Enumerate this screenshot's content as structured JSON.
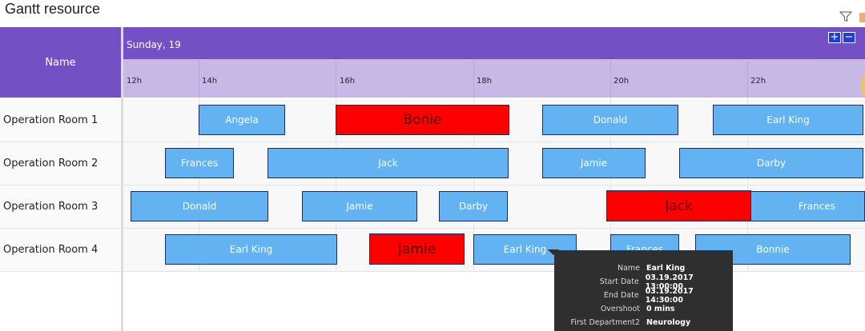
{
  "title": "Gantt resource",
  "header": {
    "name_column": "Name",
    "day_label": "Sunday, 19",
    "hours": [
      "12h",
      "14h",
      "16h",
      "18h",
      "20h",
      "22h"
    ],
    "zoom_in": "+",
    "zoom_out": "−"
  },
  "rows": [
    {
      "name": "Operation Room 1"
    },
    {
      "name": "Operation Room 2"
    },
    {
      "name": "Operation Room 3"
    },
    {
      "name": "Operation Room 4"
    }
  ],
  "events": [
    [
      {
        "label": "Angela"
      },
      {
        "label": "Bonie"
      },
      {
        "label": "Donald"
      },
      {
        "label": "Earl King"
      }
    ],
    [
      {
        "label": "Frances"
      },
      {
        "label": "Jack"
      },
      {
        "label": "Jamie"
      },
      {
        "label": "Darby"
      }
    ],
    [
      {
        "label": "Donald"
      },
      {
        "label": "Jamie"
      },
      {
        "label": "Darby"
      },
      {
        "label": "Jack"
      },
      {
        "label": "Frances"
      }
    ],
    [
      {
        "label": "Earl King"
      },
      {
        "label": "Jamie"
      },
      {
        "label": "Earl King"
      },
      {
        "label": "Frances"
      },
      {
        "label": "Bonnie"
      }
    ]
  ],
  "tooltip": {
    "rows": [
      {
        "key": "Name",
        "value": "Earl King"
      },
      {
        "key": "Start Date",
        "value": "03.19.2017 13:00:00"
      },
      {
        "key": "End Date",
        "value": "03.19.2017 14:30:00"
      },
      {
        "key": "Overshoot",
        "value": "0 mins"
      },
      {
        "key": "First Department2",
        "value": "Neurology"
      }
    ]
  },
  "colors": {
    "header": "#7350c4",
    "subheader": "#c8b8e6",
    "event": "#63b2f2",
    "event_overshoot": "#fe0000",
    "tooltip": "#2f2f2f"
  }
}
